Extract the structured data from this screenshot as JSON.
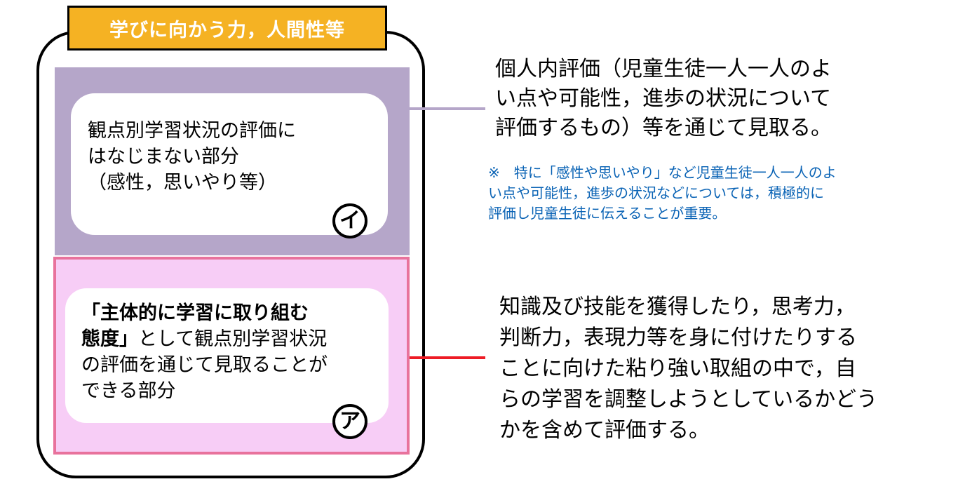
{
  "diagram": {
    "title": "学びに向かう力，人間性等",
    "section_i": {
      "badge": "イ",
      "card_line1": "観点別学習状況の評価に",
      "card_line2": "はなじまない部分",
      "card_line3": "（感性，思いやり等）",
      "description_line1": "個人内評価（児童生徒一人一人のよ",
      "description_line2": "い点や可能性，進歩の状況について",
      "description_line3": "評価するもの）等を通じて見取る。",
      "note_line1": "※　特に「感性や思いやり」など児童生徒一人一人のよ",
      "note_line2": "い点や可能性，進歩の状況などについては，積極的に",
      "note_line3": "評価し児童生徒に伝えることが重要。"
    },
    "section_a": {
      "badge": "ア",
      "card_bold_line1": "「主体的に学習に取り組む",
      "card_bold_line2": "態度」",
      "card_line2_rest": "として観点別学習状況",
      "card_line3": "の評価を通じて見取ることが",
      "card_line4": "できる部分",
      "description_line1": "知識及び技能を獲得したり，思考力，",
      "description_line2": "判断力，表現力等を身に付けたりする",
      "description_line3": "ことに向けた粘り強い取組の中で，自",
      "description_line4": "らの学習を調整しようとしているかどう",
      "description_line5": "かを含めて評価する。"
    },
    "colors": {
      "title_tab": "#f5b223",
      "band_i": "#b5a6c9",
      "band_a_fill": "#f7cdf6",
      "band_a_border": "#e8729c",
      "connector_a": "#ee1c25",
      "note_text": "#0a63b5"
    }
  }
}
